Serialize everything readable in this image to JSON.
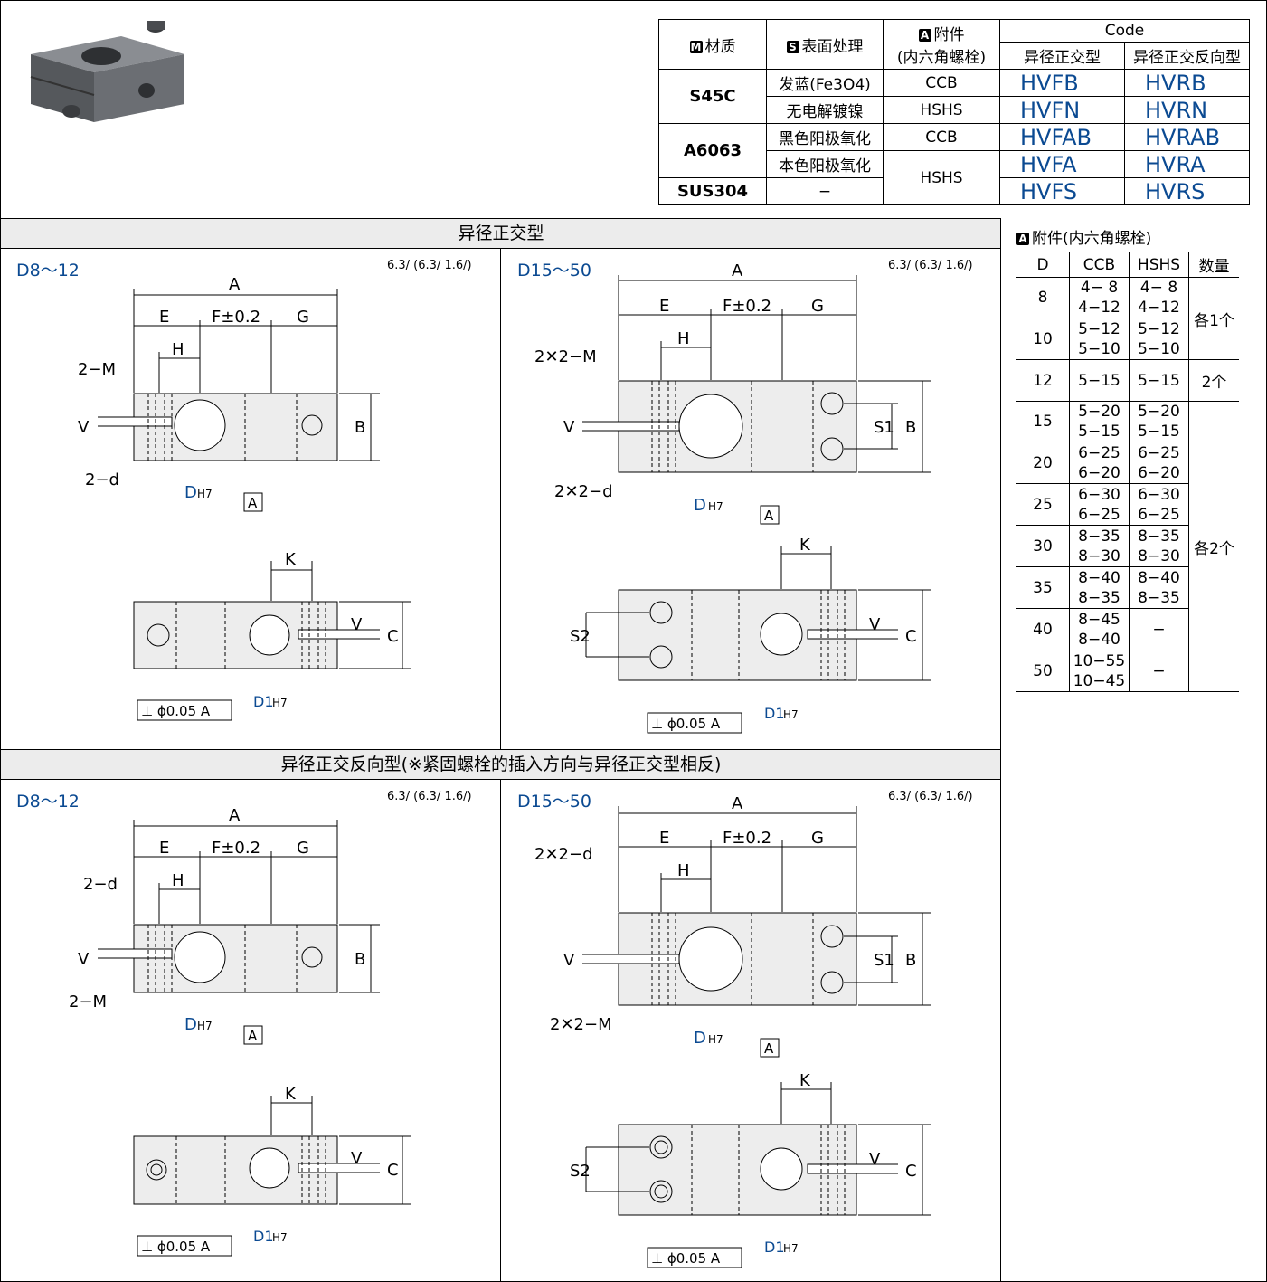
{
  "spec_table": {
    "headers": {
      "material": "材质",
      "material_badge": "M",
      "surface": "表面处理",
      "surface_badge": "S",
      "accessory": "附件",
      "accessory_badge": "A",
      "accessory_sub": "(内六角螺栓)",
      "code": "Code",
      "code_type1": "异径正交型",
      "code_type2": "异径正交反向型"
    },
    "rows": [
      {
        "material": "S45C",
        "surface": "发蓝(Fe3O4)",
        "accessory": "CCB",
        "code1": "HVFB",
        "code2": "HVRB"
      },
      {
        "material": "",
        "surface": "无电解镀镍",
        "accessory": "HSHS",
        "code1": "HVFN",
        "code2": "HVRN"
      },
      {
        "material": "A6063",
        "surface": "黑色阳极氧化",
        "accessory": "CCB",
        "code1": "HVFAB",
        "code2": "HVRAB"
      },
      {
        "material": "",
        "surface": "本色阳极氧化",
        "accessory": "HSHS",
        "code1": "HVFA",
        "code2": "HVRA"
      },
      {
        "material": "SUS304",
        "surface": "−",
        "accessory": "",
        "code1": "HVFS",
        "code2": "HVRS"
      }
    ]
  },
  "sections": {
    "top_title": "异径正交型",
    "bottom_title": "异径正交反向型(※紧固螺栓的插入方向与异径正交型相反)"
  },
  "drawings": {
    "range_small": "D8～12",
    "range_large": "D15～50",
    "roughness_note": "6.3/ (6.3/ 1.6/)",
    "dim_A": "A",
    "dim_E": "E",
    "dim_F": "F±0.2",
    "dim_G": "G",
    "dim_H": "H",
    "dim_B": "B",
    "dim_C": "C",
    "dim_K": "K",
    "dim_V": "V",
    "dim_S1": "S1",
    "dim_S2": "S2",
    "label_2M": "2−M",
    "label_2d": "2−d",
    "label_2x2M": "2✕2−M",
    "label_2x2d": "2✕2−d",
    "datum": "A",
    "dia_D": "D",
    "dia_D_tol": "H7",
    "dia_D1": "D1",
    "dia_D1_tol": "H7",
    "perp_tol": "⊥ ϕ0.05 A",
    "r63": "6.3",
    "r16": "1.6"
  },
  "accessory_table": {
    "title": "附件(内六角螺栓)",
    "title_badge": "A",
    "headers": [
      "D",
      "CCB",
      "HSHS",
      "数量"
    ],
    "rows": [
      {
        "D": "8",
        "CCB": [
          "4− 8",
          "4−12"
        ],
        "HSHS": [
          "4− 8",
          "4−12"
        ]
      },
      {
        "D": "10",
        "CCB": [
          "5−12",
          "5−10"
        ],
        "HSHS": [
          "5−12",
          "5−10"
        ]
      },
      {
        "D": "12",
        "CCB": [
          "5−15"
        ],
        "HSHS": [
          "5−15"
        ]
      },
      {
        "D": "15",
        "CCB": [
          "5−20",
          "5−15"
        ],
        "HSHS": [
          "5−20",
          "5−15"
        ]
      },
      {
        "D": "20",
        "CCB": [
          "6−25",
          "6−20"
        ],
        "HSHS": [
          "6−25",
          "6−20"
        ]
      },
      {
        "D": "25",
        "CCB": [
          "6−30",
          "6−25"
        ],
        "HSHS": [
          "6−30",
          "6−25"
        ]
      },
      {
        "D": "30",
        "CCB": [
          "8−35",
          "8−30"
        ],
        "HSHS": [
          "8−35",
          "8−30"
        ]
      },
      {
        "D": "35",
        "CCB": [
          "8−40",
          "8−35"
        ],
        "HSHS": [
          "8−40",
          "8−35"
        ]
      },
      {
        "D": "40",
        "CCB": [
          "8−45",
          "8−40"
        ],
        "HSHS": [
          "−"
        ]
      },
      {
        "D": "50",
        "CCB": [
          "10−55",
          "10−45"
        ],
        "HSHS": [
          "−"
        ]
      }
    ],
    "qty": {
      "q1": "各1个",
      "q2": "2个",
      "q3": "各2个"
    }
  }
}
